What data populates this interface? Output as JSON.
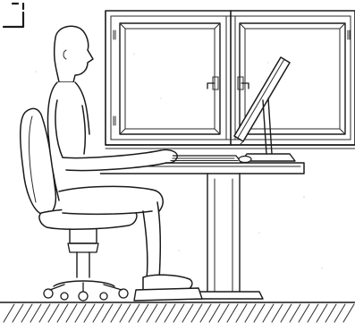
{
  "illustration": {
    "subject": "",
    "style": "pencil line drawing",
    "colors": {
      "ink": "#1a1a1a",
      "paper": "#ffffff",
      "speckle": "#d9d9d9"
    },
    "elements": [
      "corner-bracket",
      "window",
      "person",
      "office-chair",
      "desk",
      "keyboard",
      "mouse",
      "monitor",
      "footrest",
      "floor-hatching"
    ]
  }
}
